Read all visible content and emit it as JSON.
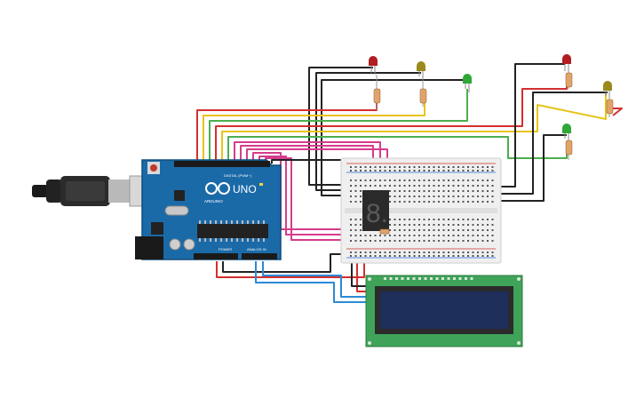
{
  "board": {
    "logo_text": "UNO",
    "brand_text": "ARDUINO",
    "digital_label": "DIGITAL (PWM~)",
    "power_label": "POWER",
    "analog_label": "ANALOG IN"
  },
  "seven_segment": {
    "digit": "8."
  },
  "colors": {
    "board": "#1b6aa8",
    "breadboard": "#efefef",
    "lcd_pcb": "#3fa45a",
    "lcd_screen": "#1e2f5c",
    "led_red": "#b01e22",
    "led_yellow": "#9a8a1c",
    "led_green": "#2ea836",
    "wire_red": "#d32f2f",
    "wire_black": "#222222",
    "wire_yellow": "#e8c419",
    "wire_green": "#4caf50",
    "wire_magenta": "#d63c8c",
    "wire_blue": "#2a8ad6",
    "wire_orange": "#f08a24"
  }
}
